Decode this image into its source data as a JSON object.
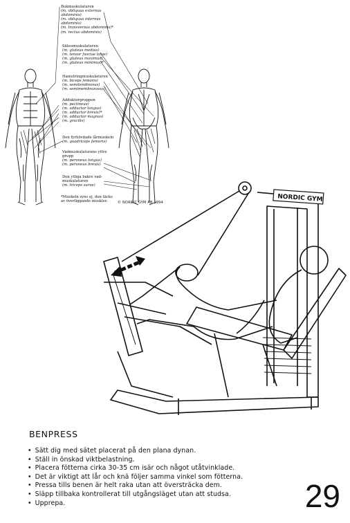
{
  "muscle_groups": [
    {
      "heading": "Bukmuskulaturen",
      "items": [
        "(m. obliquus externus",
        "abdominis)",
        "(m. obliquus internus",
        "abdominis)",
        "(m. transversus abdominis)*",
        "(m. rectus abdominis)"
      ]
    },
    {
      "heading": "Sätesmuskulaturen",
      "items": [
        "(m. gluteus medius)",
        "(m. tensor fasciae latae)",
        "(m. gluteus maximus)",
        "(m. gluteus minimus)*"
      ]
    },
    {
      "heading": "Hamstringmuskulaturen",
      "items": [
        "(m. biceps femoris)",
        "(m. semitendinosus)",
        "(m. semimembranosus)"
      ]
    },
    {
      "heading": "Adduktorgruppen",
      "items": [
        "(m. pectineus)",
        "(m. adductor longus)",
        "(m. adductor brevis)*",
        "(m. adductor magnus)",
        "(m. gracilis)"
      ]
    },
    {
      "heading": "Den fyrhövdade lårmuskeln",
      "items": [
        "(m. quadriceps femoris)"
      ]
    },
    {
      "heading": "Vadmuskulaturens yttre grupp",
      "items": [
        "(m. peroneus longus)",
        "(m. peroneus brevis)"
      ]
    },
    {
      "heading": "Den ytliga bakre vad- muskulaturen",
      "items": [
        "(m. triceps surae)"
      ]
    }
  ],
  "footnote": "*Muskeln syns ej, den täcks av överliggande muskler.",
  "copyright": "© NORDIC GYM AB 1994",
  "machine_brand": "NORDIC GYM",
  "exercise": {
    "title": "BENPRESS",
    "steps": [
      "Sätt dig med sätet placerat på den plana dynan.",
      "Ställ in önskad viktbelastning.",
      "Placera fötterna cirka 30-35 cm isär och något utåtvinklade.",
      "Det är viktigt att lår och knä följer samma vinkel som fötterna.",
      "Pressa tills benen är helt raka utan att översträcka dem.",
      "Släpp tillbaka kontrollerat till utgångsläget utan att studsa.",
      "Upprepa."
    ]
  },
  "page_number": "29"
}
